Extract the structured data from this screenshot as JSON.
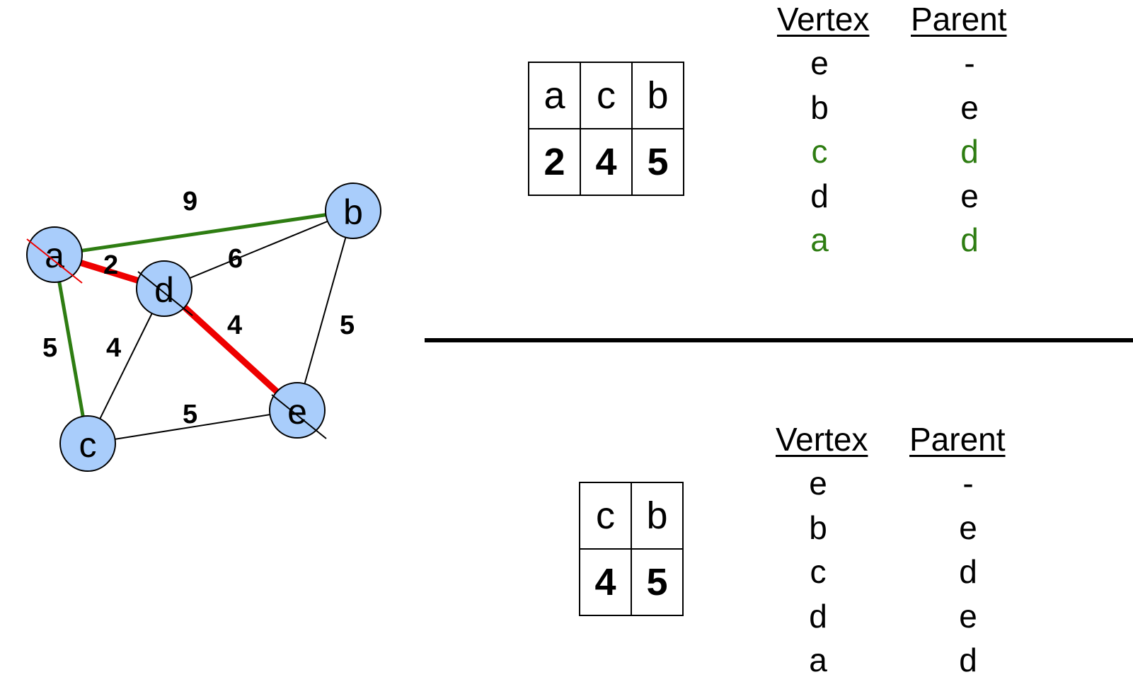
{
  "graph": {
    "nodes": [
      {
        "id": "a",
        "label": "a"
      },
      {
        "id": "b",
        "label": "b"
      },
      {
        "id": "c",
        "label": "c"
      },
      {
        "id": "d",
        "label": "d"
      },
      {
        "id": "e",
        "label": "e"
      }
    ],
    "edges": [
      {
        "from": "a",
        "to": "b",
        "weight": "9",
        "color": "#2e7d12"
      },
      {
        "from": "a",
        "to": "d",
        "weight": "2",
        "color": "#ee0000"
      },
      {
        "from": "a",
        "to": "c",
        "weight": "5",
        "color": "#2e7d12"
      },
      {
        "from": "d",
        "to": "b",
        "weight": "6",
        "color": "#000000"
      },
      {
        "from": "d",
        "to": "e",
        "weight": "4",
        "color": "#ee0000"
      },
      {
        "from": "d",
        "to": "c",
        "weight": "4",
        "color": "#000000"
      },
      {
        "from": "b",
        "to": "e",
        "weight": "5",
        "color": "#000000"
      },
      {
        "from": "c",
        "to": "e",
        "weight": "5",
        "color": "#000000"
      }
    ],
    "node_fill": "#a9cdfb",
    "crossed_out": [
      {
        "node": "a",
        "color": "#ee0000"
      },
      {
        "node": "d",
        "color": "#000000"
      },
      {
        "node": "e",
        "color": "#000000"
      }
    ]
  },
  "top": {
    "queue": {
      "keys": [
        "a",
        "c",
        "b"
      ],
      "values": [
        "2",
        "4",
        "5"
      ]
    },
    "parents": {
      "header": {
        "vertex": "Vertex",
        "parent": "Parent"
      },
      "rows": [
        {
          "vertex": "e",
          "parent": "-",
          "color": "#000000"
        },
        {
          "vertex": "b",
          "parent": "e",
          "color": "#000000"
        },
        {
          "vertex": "c",
          "parent": "d",
          "color": "#2e7d12"
        },
        {
          "vertex": "d",
          "parent": "e",
          "color": "#000000"
        },
        {
          "vertex": "a",
          "parent": "d",
          "color": "#2e7d12"
        }
      ]
    }
  },
  "bottom": {
    "queue": {
      "keys": [
        "c",
        "b"
      ],
      "values": [
        "4",
        "5"
      ]
    },
    "parents": {
      "header": {
        "vertex": "Vertex",
        "parent": "Parent"
      },
      "rows": [
        {
          "vertex": "e",
          "parent": "-",
          "color": "#000000"
        },
        {
          "vertex": "b",
          "parent": "e",
          "color": "#000000"
        },
        {
          "vertex": "c",
          "parent": "d",
          "color": "#000000"
        },
        {
          "vertex": "d",
          "parent": "e",
          "color": "#000000"
        },
        {
          "vertex": "a",
          "parent": "d",
          "color": "#000000"
        }
      ]
    }
  }
}
